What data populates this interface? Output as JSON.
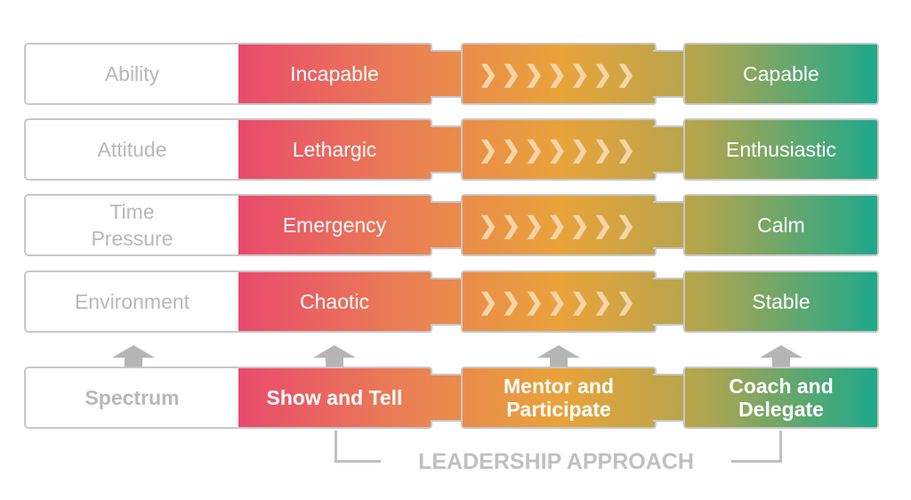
{
  "rows": [
    {
      "label": "Ability",
      "low": "Incapable",
      "high": "Capable"
    },
    {
      "label": "Attitude",
      "low": "Lethargic",
      "high": "Enthusiastic"
    },
    {
      "label_line1": "Time",
      "label_line2": "Pressure",
      "low": "Emergency",
      "high": "Calm"
    },
    {
      "label": "Environment",
      "low": "Chaotic",
      "high": "Stable"
    }
  ],
  "chevrons": "❯❯❯❯❯❯❯",
  "spectrum": {
    "label": "Spectrum",
    "approaches": [
      "Show and Tell",
      "Mentor and Participate",
      "Coach and Delegate"
    ]
  },
  "footer": "LEADERSHIP APPROACH",
  "colors": {
    "start": "#e94a6c",
    "mid": "#e9a33a",
    "end": "#1ba98c",
    "border": "#c8c8c8"
  }
}
